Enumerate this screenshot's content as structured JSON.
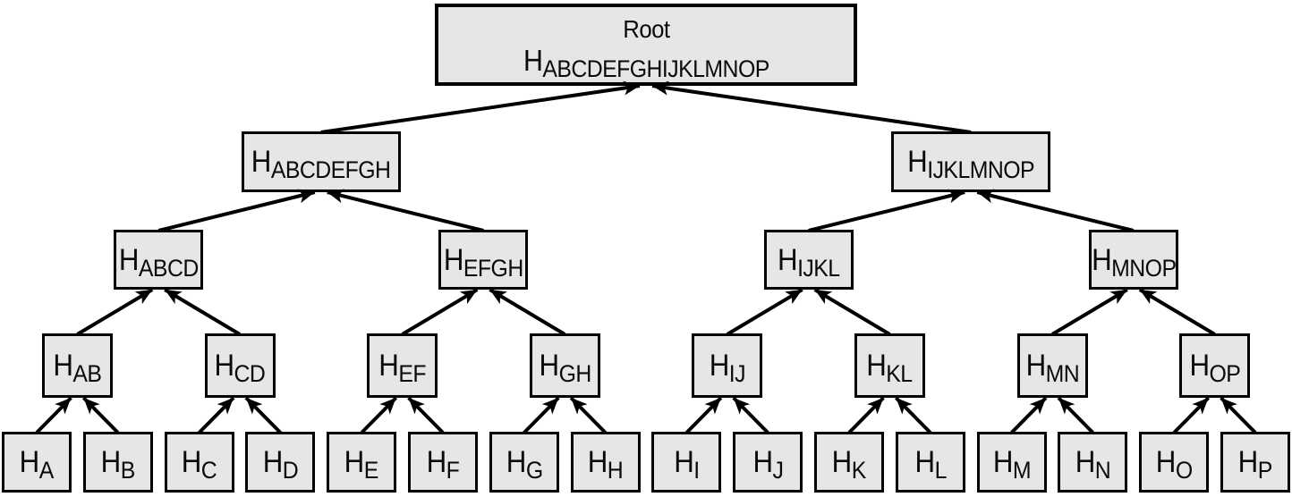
{
  "figure": {
    "background": "#ffffff",
    "box_fill": "#e6e6e6",
    "box_border": "#000000",
    "arrow_color": "#000000"
  },
  "tree": {
    "title": "Root",
    "prefix": "H",
    "sub": "ABCDEFGHIJKLMNOP",
    "children": [
      {
        "prefix": "H",
        "sub": "ABCDEFGH",
        "children": [
          {
            "prefix": "H",
            "sub": "ABCD",
            "children": [
              {
                "prefix": "H",
                "sub": "AB",
                "children": [
                  {
                    "prefix": "H",
                    "sub": "A"
                  },
                  {
                    "prefix": "H",
                    "sub": "B"
                  }
                ]
              },
              {
                "prefix": "H",
                "sub": "CD",
                "children": [
                  {
                    "prefix": "H",
                    "sub": "C"
                  },
                  {
                    "prefix": "H",
                    "sub": "D"
                  }
                ]
              }
            ]
          },
          {
            "prefix": "H",
            "sub": "EFGH",
            "children": [
              {
                "prefix": "H",
                "sub": "EF",
                "children": [
                  {
                    "prefix": "H",
                    "sub": "E"
                  },
                  {
                    "prefix": "H",
                    "sub": "F"
                  }
                ]
              },
              {
                "prefix": "H",
                "sub": "GH",
                "children": [
                  {
                    "prefix": "H",
                    "sub": "G"
                  },
                  {
                    "prefix": "H",
                    "sub": "H"
                  }
                ]
              }
            ]
          }
        ]
      },
      {
        "prefix": "H",
        "sub": "IJKLMNOP",
        "children": [
          {
            "prefix": "H",
            "sub": "IJKL",
            "children": [
              {
                "prefix": "H",
                "sub": "IJ",
                "children": [
                  {
                    "prefix": "H",
                    "sub": "I"
                  },
                  {
                    "prefix": "H",
                    "sub": "J"
                  }
                ]
              },
              {
                "prefix": "H",
                "sub": "KL",
                "children": [
                  {
                    "prefix": "H",
                    "sub": "K"
                  },
                  {
                    "prefix": "H",
                    "sub": "L"
                  }
                ]
              }
            ]
          },
          {
            "prefix": "H",
            "sub": "MNOP",
            "children": [
              {
                "prefix": "H",
                "sub": "MN",
                "children": [
                  {
                    "prefix": "H",
                    "sub": "M"
                  },
                  {
                    "prefix": "H",
                    "sub": "N"
                  }
                ]
              },
              {
                "prefix": "H",
                "sub": "OP",
                "children": [
                  {
                    "prefix": "H",
                    "sub": "O"
                  },
                  {
                    "prefix": "H",
                    "sub": "P"
                  }
                ]
              }
            ]
          }
        ]
      }
    ]
  }
}
